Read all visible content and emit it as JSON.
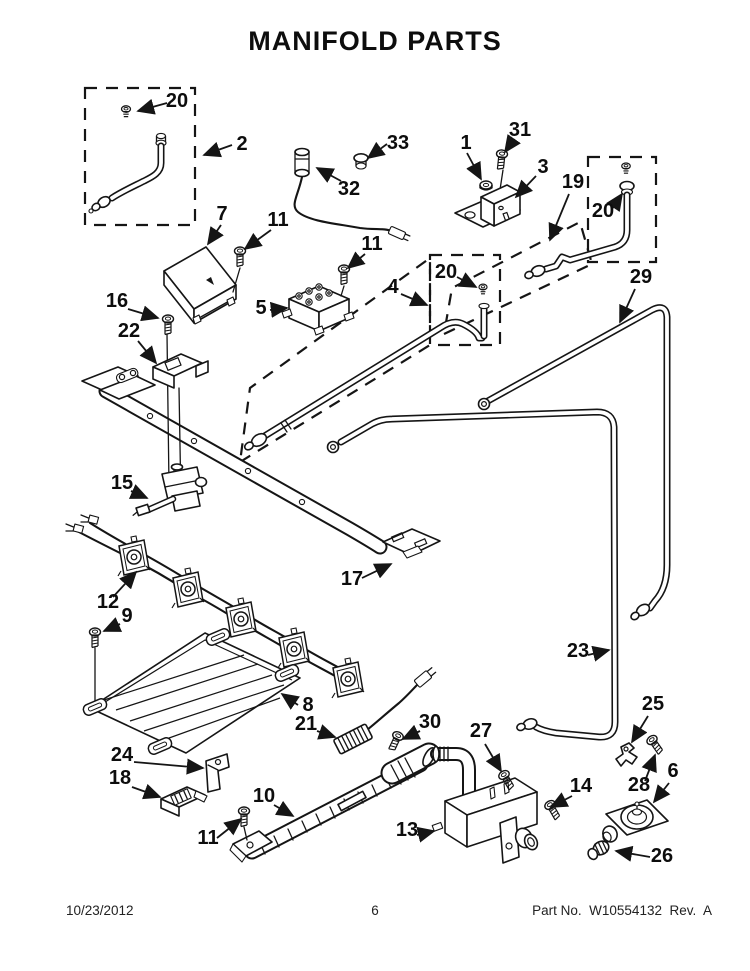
{
  "page": {
    "title": "MANIFOLD PARTS",
    "footer": {
      "date": "10/23/2012",
      "page_number": "6",
      "part_no": "Part No.  W10554132  Rev.  A"
    }
  },
  "diagram": {
    "description": "Exploded parts diagram of a gas range manifold assembly with numbered callouts",
    "callouts": [
      {
        "id": "callout-20-a",
        "label": "20"
      },
      {
        "id": "callout-2",
        "label": "2"
      },
      {
        "id": "callout-33",
        "label": "33"
      },
      {
        "id": "callout-32",
        "label": "32"
      },
      {
        "id": "callout-1",
        "label": "1"
      },
      {
        "id": "callout-31",
        "label": "31"
      },
      {
        "id": "callout-3",
        "label": "3"
      },
      {
        "id": "callout-19",
        "label": "19"
      },
      {
        "id": "callout-20-b",
        "label": "20"
      },
      {
        "id": "callout-29",
        "label": "29"
      },
      {
        "id": "callout-7",
        "label": "7"
      },
      {
        "id": "callout-11-a",
        "label": "11"
      },
      {
        "id": "callout-11-b",
        "label": "11"
      },
      {
        "id": "callout-5",
        "label": "5"
      },
      {
        "id": "callout-4",
        "label": "4"
      },
      {
        "id": "callout-20-c",
        "label": "20"
      },
      {
        "id": "callout-16",
        "label": "16"
      },
      {
        "id": "callout-22",
        "label": "22"
      },
      {
        "id": "callout-15",
        "label": "15"
      },
      {
        "id": "callout-17",
        "label": "17"
      },
      {
        "id": "callout-12",
        "label": "12"
      },
      {
        "id": "callout-9",
        "label": "9"
      },
      {
        "id": "callout-8",
        "label": "8"
      },
      {
        "id": "callout-21",
        "label": "21"
      },
      {
        "id": "callout-30",
        "label": "30"
      },
      {
        "id": "callout-24",
        "label": "24"
      },
      {
        "id": "callout-18",
        "label": "18"
      },
      {
        "id": "callout-27",
        "label": "27"
      },
      {
        "id": "callout-10",
        "label": "10"
      },
      {
        "id": "callout-11-c",
        "label": "11"
      },
      {
        "id": "callout-13",
        "label": "13"
      },
      {
        "id": "callout-14",
        "label": "14"
      },
      {
        "id": "callout-23",
        "label": "23"
      },
      {
        "id": "callout-25",
        "label": "25"
      },
      {
        "id": "callout-28",
        "label": "28"
      },
      {
        "id": "callout-6",
        "label": "6"
      },
      {
        "id": "callout-26",
        "label": "26"
      }
    ]
  }
}
